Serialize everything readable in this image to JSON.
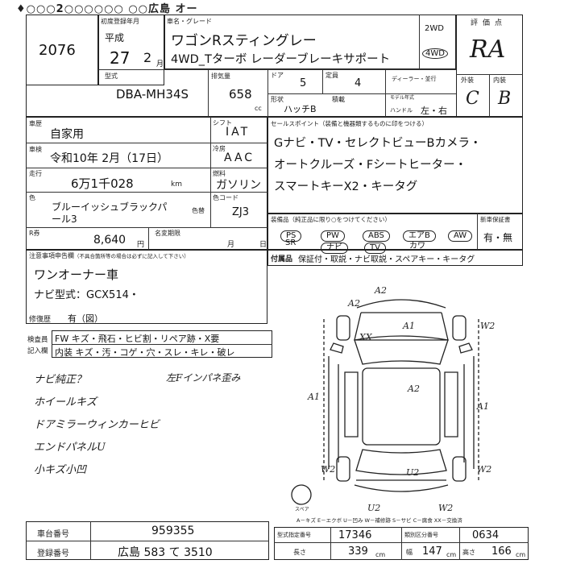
{
  "header": {
    "scrawl": "♦○○○2○○○○○○   ○○広島 オー"
  },
  "lot_number": "2076",
  "registration": {
    "label": "初度登録年月",
    "era_label": "平成",
    "year": "27",
    "month": "2",
    "month_suffix": "月"
  },
  "model_title": {
    "label": "車名・グレード",
    "name": "ワゴンRスティングレー",
    "grade": "4WD_Tターボ レーダーブレーキサポート",
    "drive_2wd": "2WD",
    "drive_4wd": "4WD"
  },
  "score": {
    "label": "評価点",
    "value": "RA",
    "exterior_label": "外装",
    "interior_label": "内装",
    "exterior": "C",
    "interior": "B"
  },
  "model_code": {
    "label": "型式",
    "value": "DBA-MH34S"
  },
  "displacement": {
    "label": "排気量",
    "value": "658",
    "unit": "cc"
  },
  "doors": {
    "label": "ドア",
    "value": "5"
  },
  "capacity": {
    "label": "定員",
    "value": "4"
  },
  "dealer_label": "ディーラー・並行",
  "body_type": {
    "label": "形状",
    "value": "ハッチB"
  },
  "cargo_label": "積載",
  "model_year_label": "モデル年式",
  "handle": {
    "label": "ハンドル",
    "value": "左・右"
  },
  "usage": {
    "label": "車歴",
    "value": "自家用"
  },
  "inspection": {
    "label": "車検",
    "value": "令和10年 2月（17日）"
  },
  "mileage": {
    "label": "走行",
    "value": "6万1千028",
    "unit": "km"
  },
  "color": {
    "label": "色",
    "value": "ブルーイッシュブラックパール3",
    "line1": "ブルーイッシュブラックパ",
    "line2": "ール3",
    "change_label": "色替"
  },
  "shift": {
    "label": "シフト",
    "value": "IAT"
  },
  "ac": {
    "label": "冷房",
    "value": "AAC"
  },
  "fuel": {
    "label": "燃料",
    "value": "ガソリン"
  },
  "color_code": {
    "label": "色コード",
    "value": "ZJ3"
  },
  "recycle": {
    "label": "R券",
    "value": "8,640",
    "unit": "円"
  },
  "name_change": {
    "label": "名変期限",
    "month_unit": "月",
    "day_unit": "日"
  },
  "sales_points": {
    "label": "セールスポイント（装備と機器類するものに印をつける）",
    "line1": "Gナビ・TV・セレクトビューBカメラ・",
    "line2": "オートクルーズ・Fシートヒーター・",
    "line3": "スマートキーX2・キータグ"
  },
  "equipment": {
    "label": "装備品（純正品に限り○をつけてください）",
    "items": [
      "PS",
      "PW",
      "ABS",
      "エアB",
      "AW",
      "SR",
      "ナビ",
      "TV",
      "カワ"
    ],
    "new_warranty_label": "新車保証書",
    "warranty_value": "有・無"
  },
  "notes": {
    "label": "注意事項申告欄",
    "sub_label": "（不具合箇所等の場合は必ずに記入して下さい）",
    "line1": "ワンオーナー車",
    "line2": "ナビ型式：GCX514・",
    "repair_label": "修復歴",
    "repair_value": "有（図）"
  },
  "accessories": {
    "label": "付属品",
    "value": "保証付・取説・ナビ取説・スペアキー・キータグ"
  },
  "inspector": {
    "label1": "検査員",
    "label2": "記入欄",
    "row1": "FW キズ・飛石・ヒビ割・リペア跡・X要",
    "row2": "内装 キズ・汚・コゲ・穴・スレ・キレ・破レ"
  },
  "handwritten_notes": [
    "ナビ純正？",
    "ホイールキズ",
    "ドアミラーウィンカーヒビ",
    "エンドパネルU",
    "小キズ小凹"
  ],
  "handwritten_side": "左Fインパネ歪み",
  "diagram": {
    "legend": "A－キズ E－エクボ U－凹み W－補修跡 S－サビ C－腐食 XX－交換済",
    "marks": [
      "A2",
      "A2",
      "A1",
      "XX",
      "W2",
      "A2",
      "A1",
      "A1",
      "W2",
      "U2",
      "U2",
      "W2",
      "W2"
    ],
    "spare_label": "スペア"
  },
  "chassis": {
    "label": "車台番号",
    "value": "959355"
  },
  "plate": {
    "label": "登録番号",
    "value": "広島 583 て 3510"
  },
  "spec_codes": {
    "type_label": "型式指定番号",
    "type_value": "17346",
    "category_label": "類別区分番号",
    "category_value": "0634",
    "length_label": "長さ",
    "length_value": "339",
    "width_label": "幅",
    "width_value": "147",
    "height_label": "高さ",
    "height_value": "166",
    "unit": "cm"
  }
}
